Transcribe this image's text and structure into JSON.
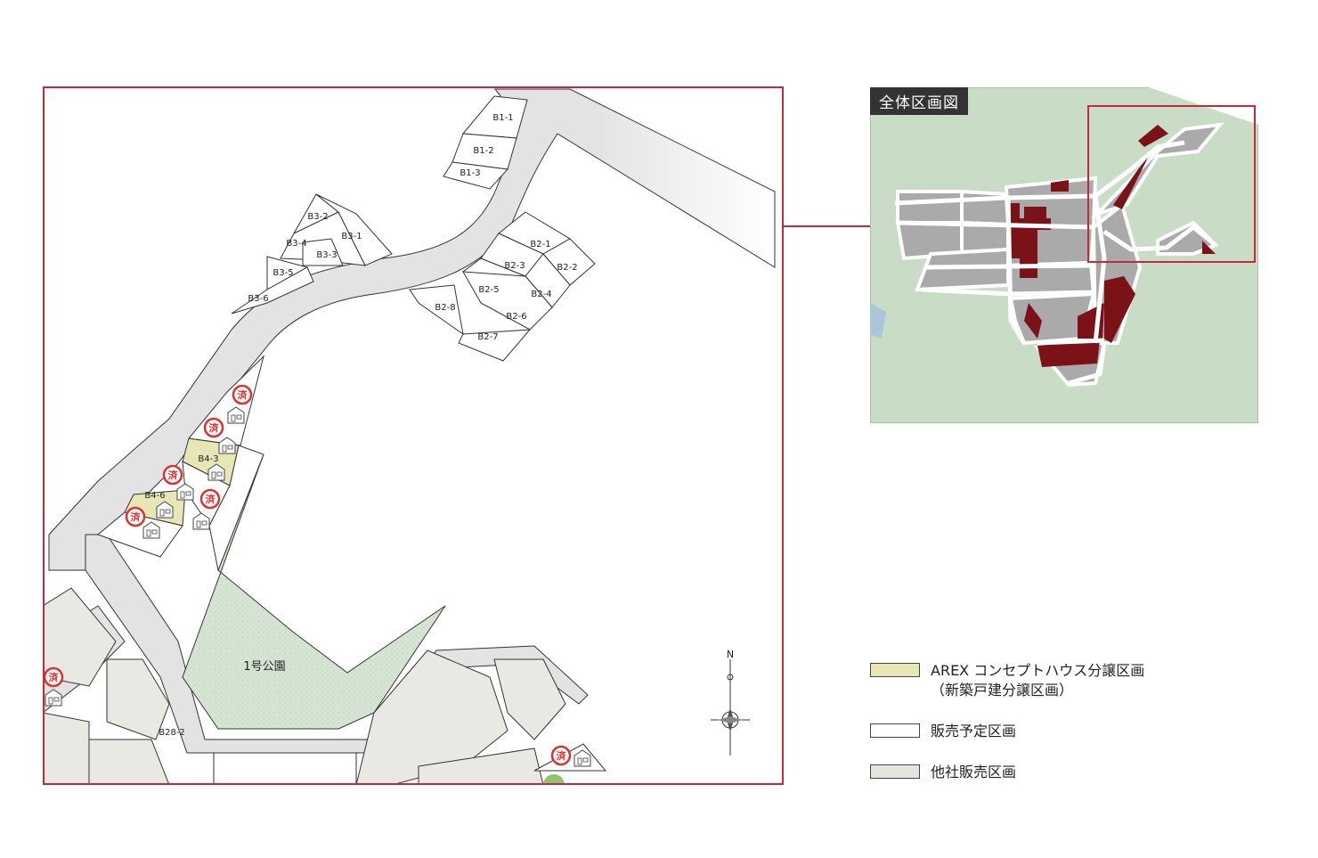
{
  "main_map": {
    "lots_b1": [
      "B1-1",
      "B1-2",
      "B1-3"
    ],
    "lots_b3": [
      "B3-2",
      "B3-1",
      "B3-4",
      "B3-3",
      "B3-5",
      "B3-6"
    ],
    "lots_b2": [
      "B2-1",
      "B2-3",
      "B2-2",
      "B2-5",
      "B2-4",
      "B2-8",
      "B2-6",
      "B2-7"
    ],
    "lots_b4": [
      "B4-3",
      "B4-6"
    ],
    "lot_b28": "B28-2",
    "park_label": "1号公園",
    "sold_mark": "済",
    "compass_north": "N"
  },
  "overview": {
    "title": "全体区画図"
  },
  "legend": {
    "items": [
      {
        "label": "AREX コンセプトハウス分譲区画",
        "sub": "（新築戸建分譲区画）",
        "color": "#e8e6b4"
      },
      {
        "label": "販売予定区画",
        "color": "#ffffff"
      },
      {
        "label": "他社販売区画",
        "color": "#e5e5e0"
      }
    ]
  },
  "colors": {
    "frame": "#c8283c",
    "road": "#e3e3e3",
    "park": "#d4e3d2",
    "sold": "#e03131",
    "other_lot": "#e9e9e4",
    "overview_bg": "#c9dcc5",
    "overview_block": "#aaaaaa",
    "overview_highlight": "#7a1218"
  }
}
